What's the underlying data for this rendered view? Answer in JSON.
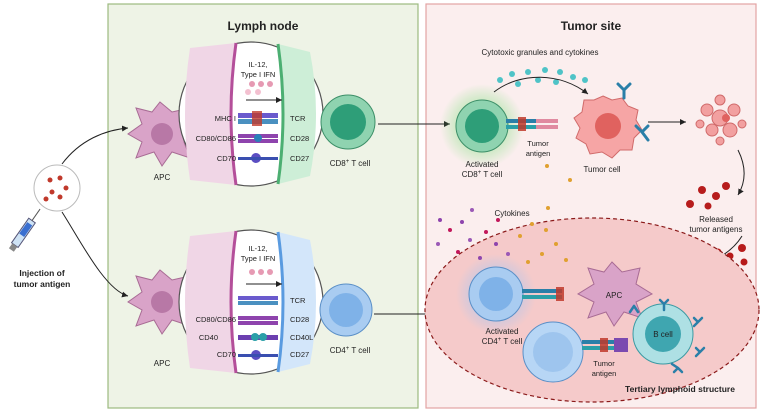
{
  "panels": {
    "lymph_node_title": "Lymph node",
    "tumor_site_title": "Tumor site"
  },
  "left": {
    "injection_label_line1": "Injection of",
    "injection_label_line2": "tumor antigen",
    "apc_top": "APC",
    "apc_bottom": "APC"
  },
  "synapse_top": {
    "cytokine_line1": "IL-12,",
    "cytokine_line2": "Type I IFN",
    "left_labels": [
      "MHC I",
      "CD80/CD86",
      "CD70"
    ],
    "right_labels": [
      "TCR",
      "CD28",
      "CD27"
    ],
    "t_cell_label": "CD8",
    "t_cell_sup": "+",
    "t_cell_suffix": " T cell"
  },
  "synapse_bottom": {
    "cytokine_line1": "IL-12,",
    "cytokine_line2": "Type I IFN",
    "left_labels": [
      "CD80/CD86",
      "CD40",
      "CD70"
    ],
    "right_labels": [
      "TCR",
      "CD28",
      "CD40L",
      "CD27"
    ],
    "t_cell_label": "CD4",
    "t_cell_sup": "+",
    "t_cell_suffix": " T cell"
  },
  "tumor": {
    "granules_label": "Cytotoxic granules and cytokines",
    "activated_cd8_line1": "Activated",
    "activated_cd8_line2": "CD8",
    "activated_cd8_line2_sup": "+",
    "activated_cd8_line2_suffix": " T cell",
    "tumor_antigen_line1": "Tumor",
    "tumor_antigen_line2": "antigen",
    "tumor_cell_label": "Tumor cell",
    "released_line1": "Released",
    "released_line2": "tumor antigens",
    "cytokines_label": "Cytokines",
    "apc_label": "APC",
    "activated_cd4_line1": "Activated",
    "activated_cd4_line2": "CD4",
    "activated_cd4_line2_sup": "+",
    "activated_cd4_line2_suffix": " T cell",
    "b_cell_label": "B cell",
    "tumor_antigen2_line1": "Tumor",
    "tumor_antigen2_line2": "antigen",
    "tls_label": "Tertiary lymphoid structure"
  },
  "colors": {
    "lymph_panel_bg": "#eef3e6",
    "lymph_panel_border": "#9cba7f",
    "lymph_title": "#2e7d32",
    "tumor_panel_bg": "#fbeeee",
    "tumor_panel_border": "#e3a3a3",
    "tumor_title": "#d32f2f",
    "apc_fill": "#d9a3c8",
    "cd8_fill": "#2e9e78",
    "cd4_fill": "#7fb2e8",
    "tumor_cell_fill": "#f28b8b",
    "tls_fill": "#f5caca",
    "tls_border": "#8b1a1a",
    "antibody": "#2a7fa8"
  }
}
